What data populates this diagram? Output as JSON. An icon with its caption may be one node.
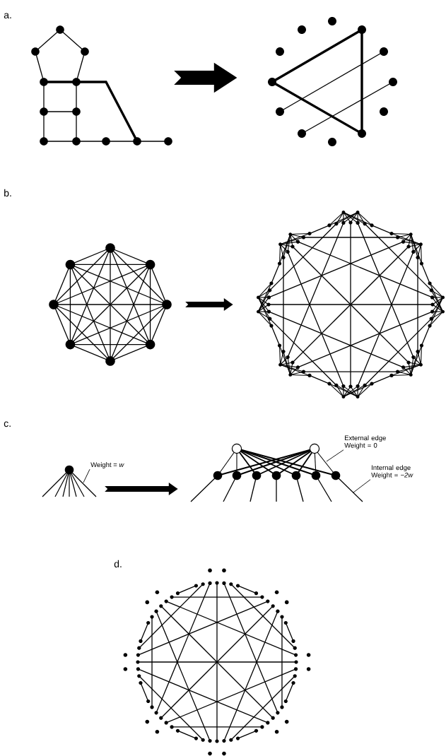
{
  "diagram": {
    "nodes": [
      {
        "text": [],
        "shape": "picture"
      },
      {
        "text": [],
        "shape": "picture"
      },
      {
        "text": [],
        "shape": "picture"
      },
      {
        "text": [],
        "shape": "picture"
      },
      {
        "text": [],
        "shape": "picture"
      },
      {
        "text": [
          "Weight = *w*"
        ]
      },
      {
        "text": [],
        "shape": "picture"
      },
      {
        "text": [
          "External edge Weight = 0"
        ]
      },
      {
        "text": [
          "Internal edge Weight = *−2w*"
        ]
      }
    ],
    "edges": [
      {
        "from": 0,
        "to": 1,
        "arrow": "to",
        "style": "thick"
      },
      {
        "from": 2,
        "to": 3,
        "arrow": "to",
        "style": "thick"
      },
      {
        "from": 4,
        "to": 6,
        "arrow": "to",
        "style": "thick"
      },
      {
        "from": 5,
        "to": 4,
        "arrow": "none"
      },
      {
        "from": 7,
        "to": 6,
        "arrow": "none"
      },
      {
        "from": 8,
        "to": 6,
        "arrow": "none"
      }
    ],
    "labels": [
      "a.",
      "b.",
      "c.",
      "d."
    ]
  }
}
